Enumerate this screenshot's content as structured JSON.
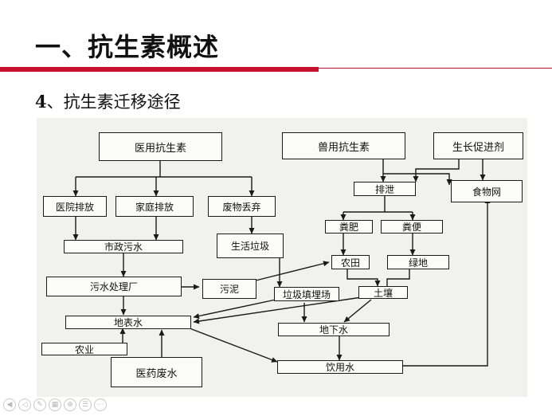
{
  "slide": {
    "title": "一、抗生素概述",
    "subtitle_number": "4",
    "subtitle_text": "、抗生素迁移途径"
  },
  "diagram": {
    "nodes": {
      "medical_antibiotics": "医用抗生素",
      "vet_antibiotics": "兽用抗生素",
      "growth_promoter": "生长促进剂",
      "hospital_discharge": "医院排放",
      "household_discharge": "家庭排放",
      "waste_discard": "废物丢弃",
      "excretion": "排泄",
      "food_web": "食物网",
      "manure": "粪肥",
      "feces": "粪便",
      "municipal_sewage": "市政污水",
      "domestic_garbage": "生活垃圾",
      "farmland": "农田",
      "green_land": "绿地",
      "wwtp": "污水处理厂",
      "sludge": "污泥",
      "landfill": "垃圾填埋场",
      "soil": "土壤",
      "surface_water": "地表水",
      "groundwater": "地下水",
      "agriculture": "农业",
      "pharma_wastewater": "医药废水",
      "drinking_water": "饮用水"
    }
  },
  "nav": {
    "buttons": [
      {
        "name": "first-slide-icon",
        "glyph": "◀"
      },
      {
        "name": "previous-slide-icon",
        "glyph": "◁"
      },
      {
        "name": "pen-icon",
        "glyph": "✎"
      },
      {
        "name": "slides-icon",
        "glyph": "▦"
      },
      {
        "name": "zoom-icon",
        "glyph": "⊕"
      },
      {
        "name": "menu-icon",
        "glyph": "☰"
      },
      {
        "name": "more-icon",
        "glyph": "⋯"
      }
    ]
  }
}
